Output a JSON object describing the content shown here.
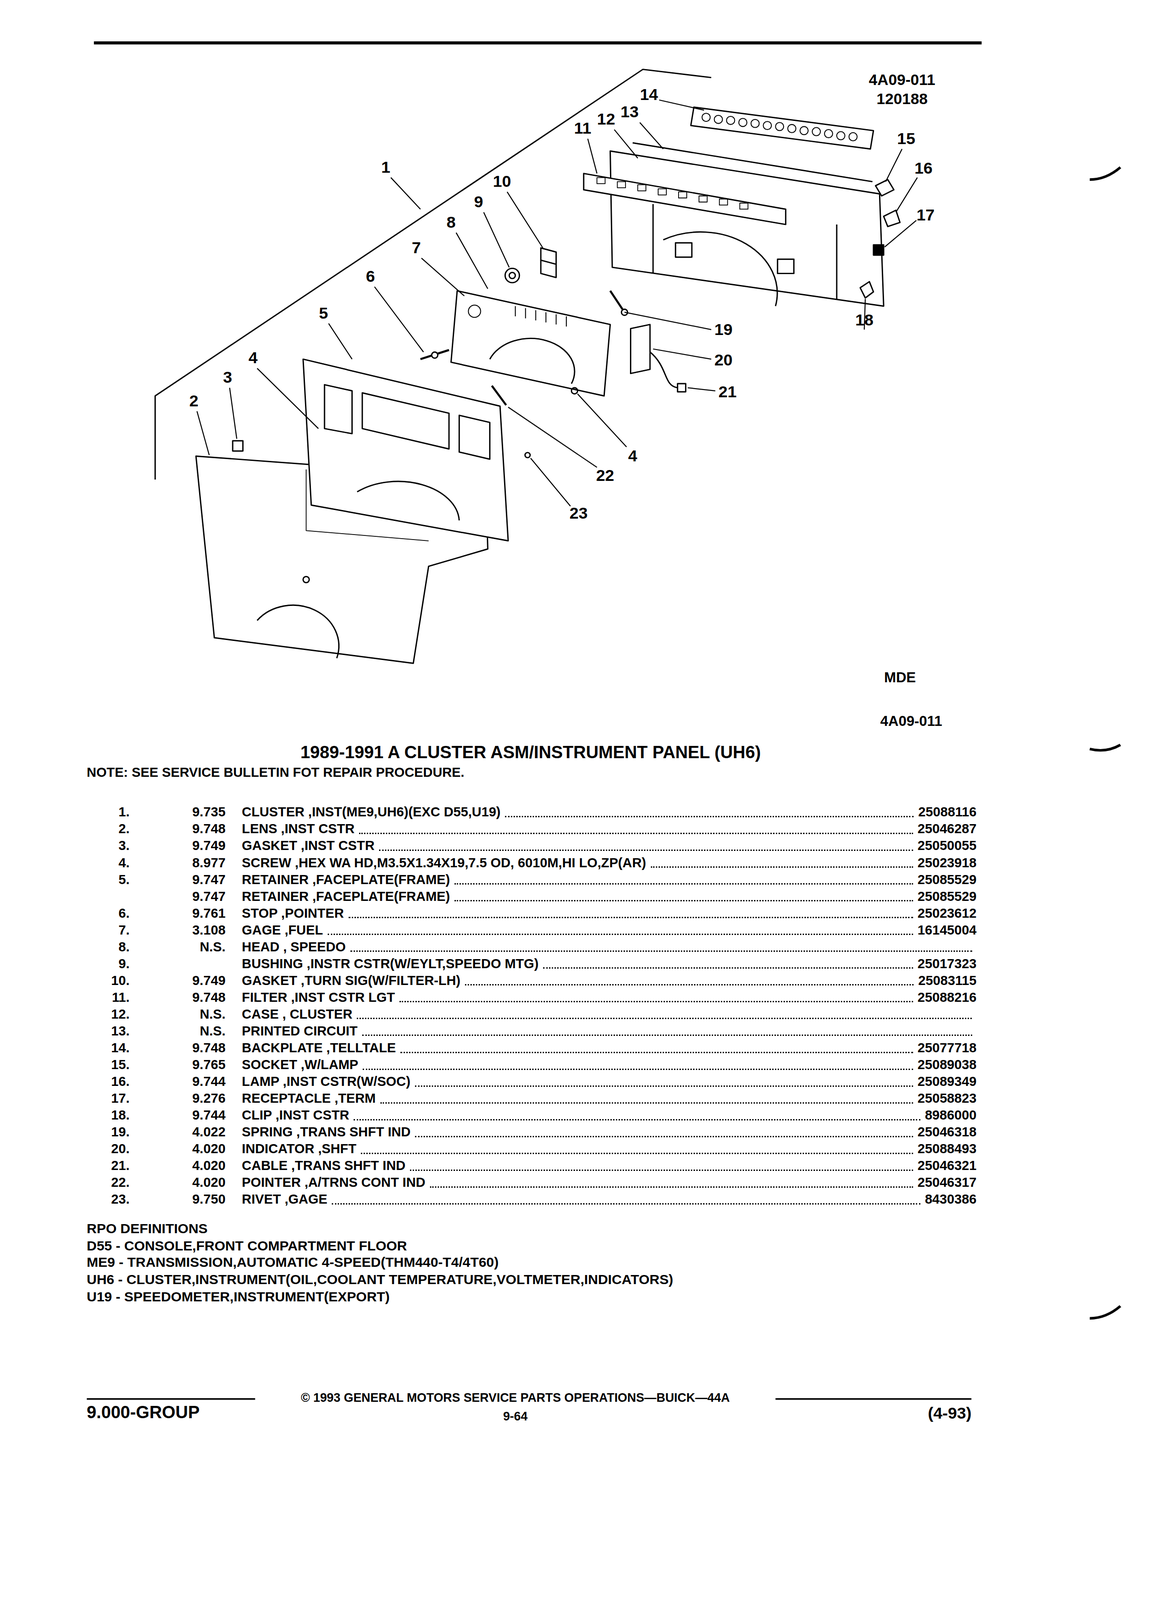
{
  "diagram": {
    "title": "1989-1991 A CLUSTER ASM/INSTRUMENT PANEL (UH6)",
    "labels": [
      "14",
      "13",
      "12",
      "11",
      "15",
      "1",
      "16",
      "10",
      "9",
      "17",
      "8",
      "7",
      "6",
      "5",
      "19",
      "18",
      "4",
      "20",
      "3",
      "21",
      "2",
      "4",
      "22",
      "23",
      "4A09-011",
      "120188",
      "MDE",
      "4A09-011",
      "NOTE: SEE SERVICE BULLETIN FOT REPAIR PROCEDURE.",
      "1.",
      "9.735",
      "CLUSTER ,INST(ME9,UH6)(EXC D55,U19)",
      "25088116",
      "2.",
      "9.748",
      "LENS ,INST CSTR",
      "25046287",
      "3.",
      "9.749",
      "GASKET ,INST CSTR",
      "25050055",
      "4.",
      "8.977",
      "SCREW ,HEX WA HD,M3.5X1.34X19,7.5 OD, 6010M,HI LO,ZP(AR)",
      "25023918",
      "5.",
      "9.747",
      "RETAINER ,FACEPLATE(FRAME)",
      "25085529",
      "9.747",
      "RETAINER ,FACEPLATE(FRAME)",
      "25085529",
      "6.",
      "9.761",
      "STOP ,POINTER",
      "25023612",
      "7.",
      "3.108",
      "GAGE ,FUEL",
      "16145004",
      "8.",
      "N.S.",
      "HEAD , SPEEDO",
      "9.",
      "BUSHING ,INSTR CSTR(W/EYLT,SPEEDO MTG)",
      "25017323",
      "10.",
      "9.749",
      "GASKET ,TURN SIG(W/FILTER-LH)",
      "25083115",
      "11.",
      "9.748",
      "FILTER ,INST CSTR LGT",
      "25088216",
      "12.",
      "N.S.",
      "CASE , CLUSTER",
      "13.",
      "N.S.",
      "PRINTED CIRCUIT",
      "14.",
      "9.748",
      "BACKPLATE ,TELLTALE",
      "25077718",
      "15.",
      "9.765",
      "SOCKET ,W/LAMP",
      "25089038",
      "16.",
      "9.744",
      "LAMP ,INST CSTR(W/SOC)",
      "25089349",
      "17.",
      "9.276",
      "RECEPTACLE ,TERM",
      "25058823",
      "18.",
      "9.744",
      "CLIP ,INST CSTR",
      "8986000",
      "19.",
      "4.022",
      "SPRING ,TRANS SHFT IND",
      "25046318",
      "20.",
      "4.020",
      "INDICATOR ,SHFT",
      "25088493",
      "21.",
      "4.020",
      "CABLE ,TRANS SHFT IND",
      "25046321",
      "22.",
      "4.020",
      "POINTER ,A/TRNS CONT IND",
      "25046317",
      "23.",
      "9.750",
      "RIVET ,GAGE",
      "8430386",
      "RPO DEFINITIONS",
      "D55 - CONSOLE,FRONT COMPARTMENT FLOOR",
      "ME9 - TRANSMISSION,AUTOMATIC 4-SPEED(THM440-T4/4T60)",
      "UH6 - CLUSTER,INSTRUMENT(OIL,COOLANT TEMPERATURE,VOLTMETER,INDICATORS)",
      "U19 - SPEEDOMETER,INSTRUMENT(EXPORT)",
      "9.000-GROUP",
      "© 1993 GENERAL MOTORS SERVICE PARTS OPERATIONS—BUICK—44A",
      "9-64",
      "(4-93)"
    ]
  }
}
